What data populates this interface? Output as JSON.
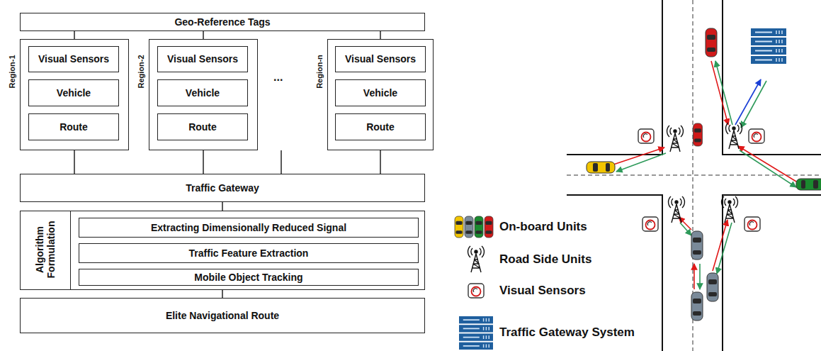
{
  "diagram": {
    "nodes": [
      {
        "text": [
          "Geo-Reference Tags"
        ]
      },
      {
        "text": [
          "Region-1"
        ]
      },
      {
        "text": [
          "Visual Sensors"
        ],
        "in": 1
      },
      {
        "text": [
          "Vehicle"
        ],
        "in": 1
      },
      {
        "text": [
          "Route"
        ],
        "in": 1
      },
      {
        "text": [
          "Region-2"
        ]
      },
      {
        "text": [
          "Visual Sensors"
        ],
        "in": 5
      },
      {
        "text": [
          "Vehicle"
        ],
        "in": 5
      },
      {
        "text": [
          "Route"
        ],
        "in": 5
      },
      {
        "text": [
          "Region-n"
        ]
      },
      {
        "text": [
          "Visual Sensors"
        ],
        "in": 9
      },
      {
        "text": [
          "Vehicle"
        ],
        "in": 9
      },
      {
        "text": [
          "Route"
        ],
        "in": 9
      },
      {
        "text": [
          "Traffic Gateway"
        ]
      },
      {
        "text": [
          "Algorithm Formulation"
        ]
      },
      {
        "text": [
          "Extracting Dimensionally Reduced Signal"
        ],
        "in": 14
      },
      {
        "text": [
          "Traffic Feature Extraction"
        ],
        "in": 14
      },
      {
        "text": [
          "Mobile Object Tracking"
        ],
        "in": 14
      },
      {
        "text": [
          "Elite Navigational Route"
        ]
      }
    ],
    "edges": [
      {
        "from": 0,
        "to": 1,
        "arrow": "none"
      },
      {
        "from": 0,
        "to": 5,
        "arrow": "none"
      },
      {
        "from": 0,
        "to": 9,
        "arrow": "none"
      },
      {
        "from": 1,
        "to": 13,
        "arrow": "none"
      },
      {
        "from": 5,
        "to": 13,
        "arrow": "none"
      },
      {
        "from": 9,
        "to": 13,
        "arrow": "none"
      },
      {
        "from": 13,
        "to": 14,
        "arrow": "none"
      },
      {
        "from": 14,
        "to": 18,
        "arrow": "none"
      }
    ],
    "labels": [
      "..."
    ],
    "legend": [
      {
        "text": "On-board Units"
      },
      {
        "text": "Road Side Units"
      },
      {
        "text": "Visual Sensors"
      },
      {
        "text": "Traffic Gateway System"
      }
    ]
  }
}
